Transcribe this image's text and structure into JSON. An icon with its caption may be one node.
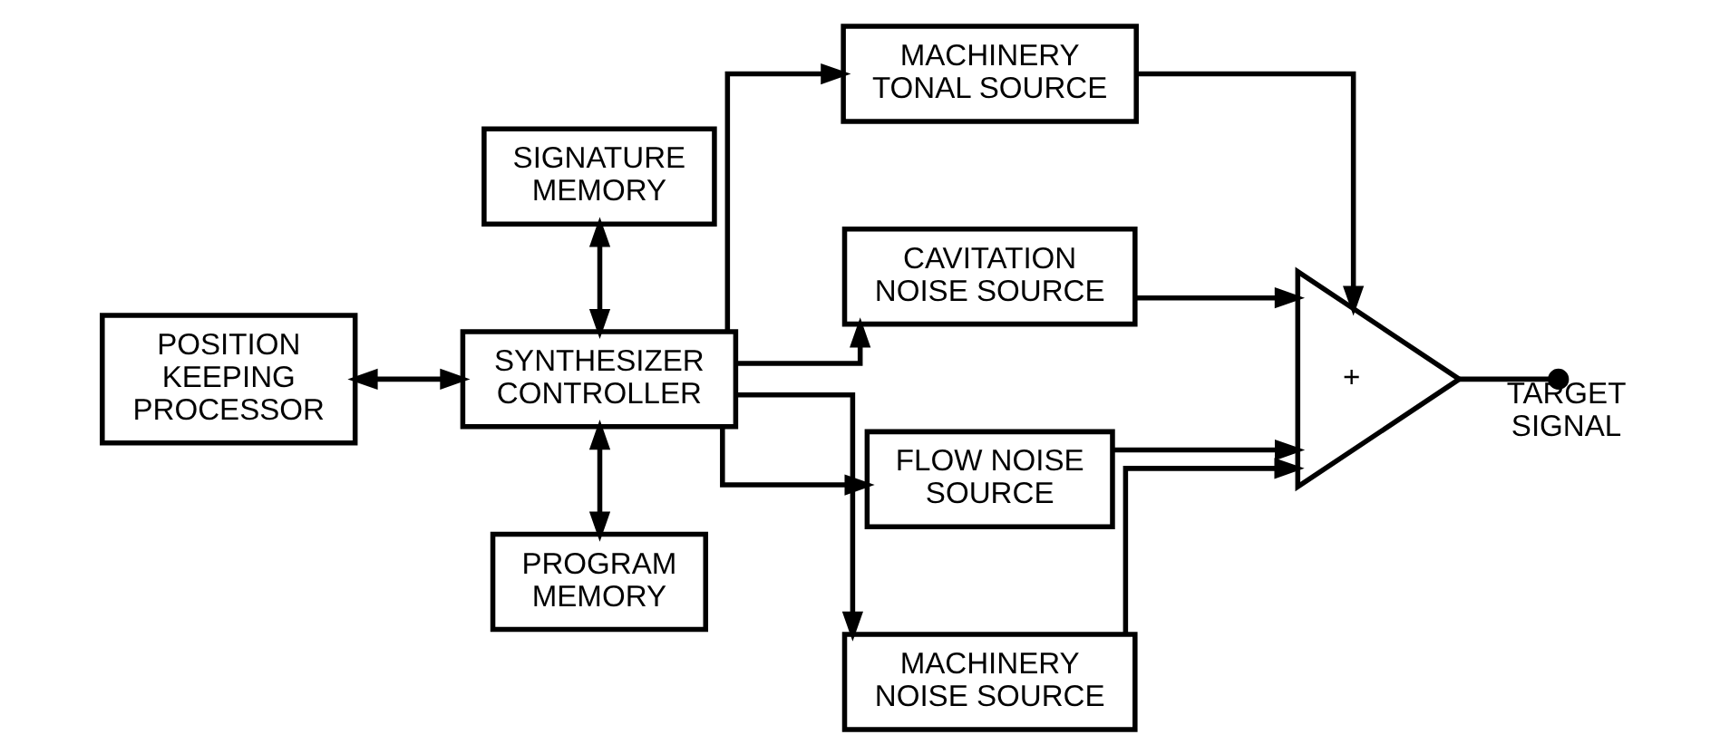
{
  "diagram": {
    "nodes": [
      {
        "text": [
          "POSITION KEEPING PROCESSOR"
        ]
      },
      {
        "text": [
          "SIGNATURE MEMORY"
        ]
      },
      {
        "text": [
          "SYNTHESIZER CONTROLLER"
        ]
      },
      {
        "text": [
          "PROGRAM MEMORY"
        ]
      },
      {
        "text": [
          "MACHINERY TONAL SOURCE"
        ]
      },
      {
        "text": [
          "CAVITATION NOISE SOURCE"
        ]
      },
      {
        "text": [
          "FLOW NOISE SOURCE"
        ]
      },
      {
        "text": [
          "MACHINERY NOISE SOURCE"
        ]
      },
      {
        "text": [
          "+"
        ]
      }
    ],
    "edges": [
      {
        "from": 0,
        "to": 2,
        "arrow": "both"
      },
      {
        "from": 1,
        "to": 2,
        "arrow": "both"
      },
      {
        "from": 2,
        "to": 3,
        "arrow": "both"
      },
      {
        "from": 2,
        "to": 4,
        "arrow": "to"
      },
      {
        "from": 2,
        "to": 5,
        "arrow": "to"
      },
      {
        "from": 2,
        "to": 6,
        "arrow": "to"
      },
      {
        "from": 2,
        "to": 7,
        "arrow": "to"
      },
      {
        "from": 4,
        "to": 8,
        "arrow": "to"
      },
      {
        "from": 5,
        "to": 8,
        "arrow": "to"
      },
      {
        "from": 6,
        "to": 8,
        "arrow": "to"
      },
      {
        "from": 7,
        "to": 8,
        "arrow": "to"
      },
      {
        "from": 8,
        "to": null,
        "label": "TARGET SIGNAL",
        "arrow": "other"
      }
    ]
  }
}
